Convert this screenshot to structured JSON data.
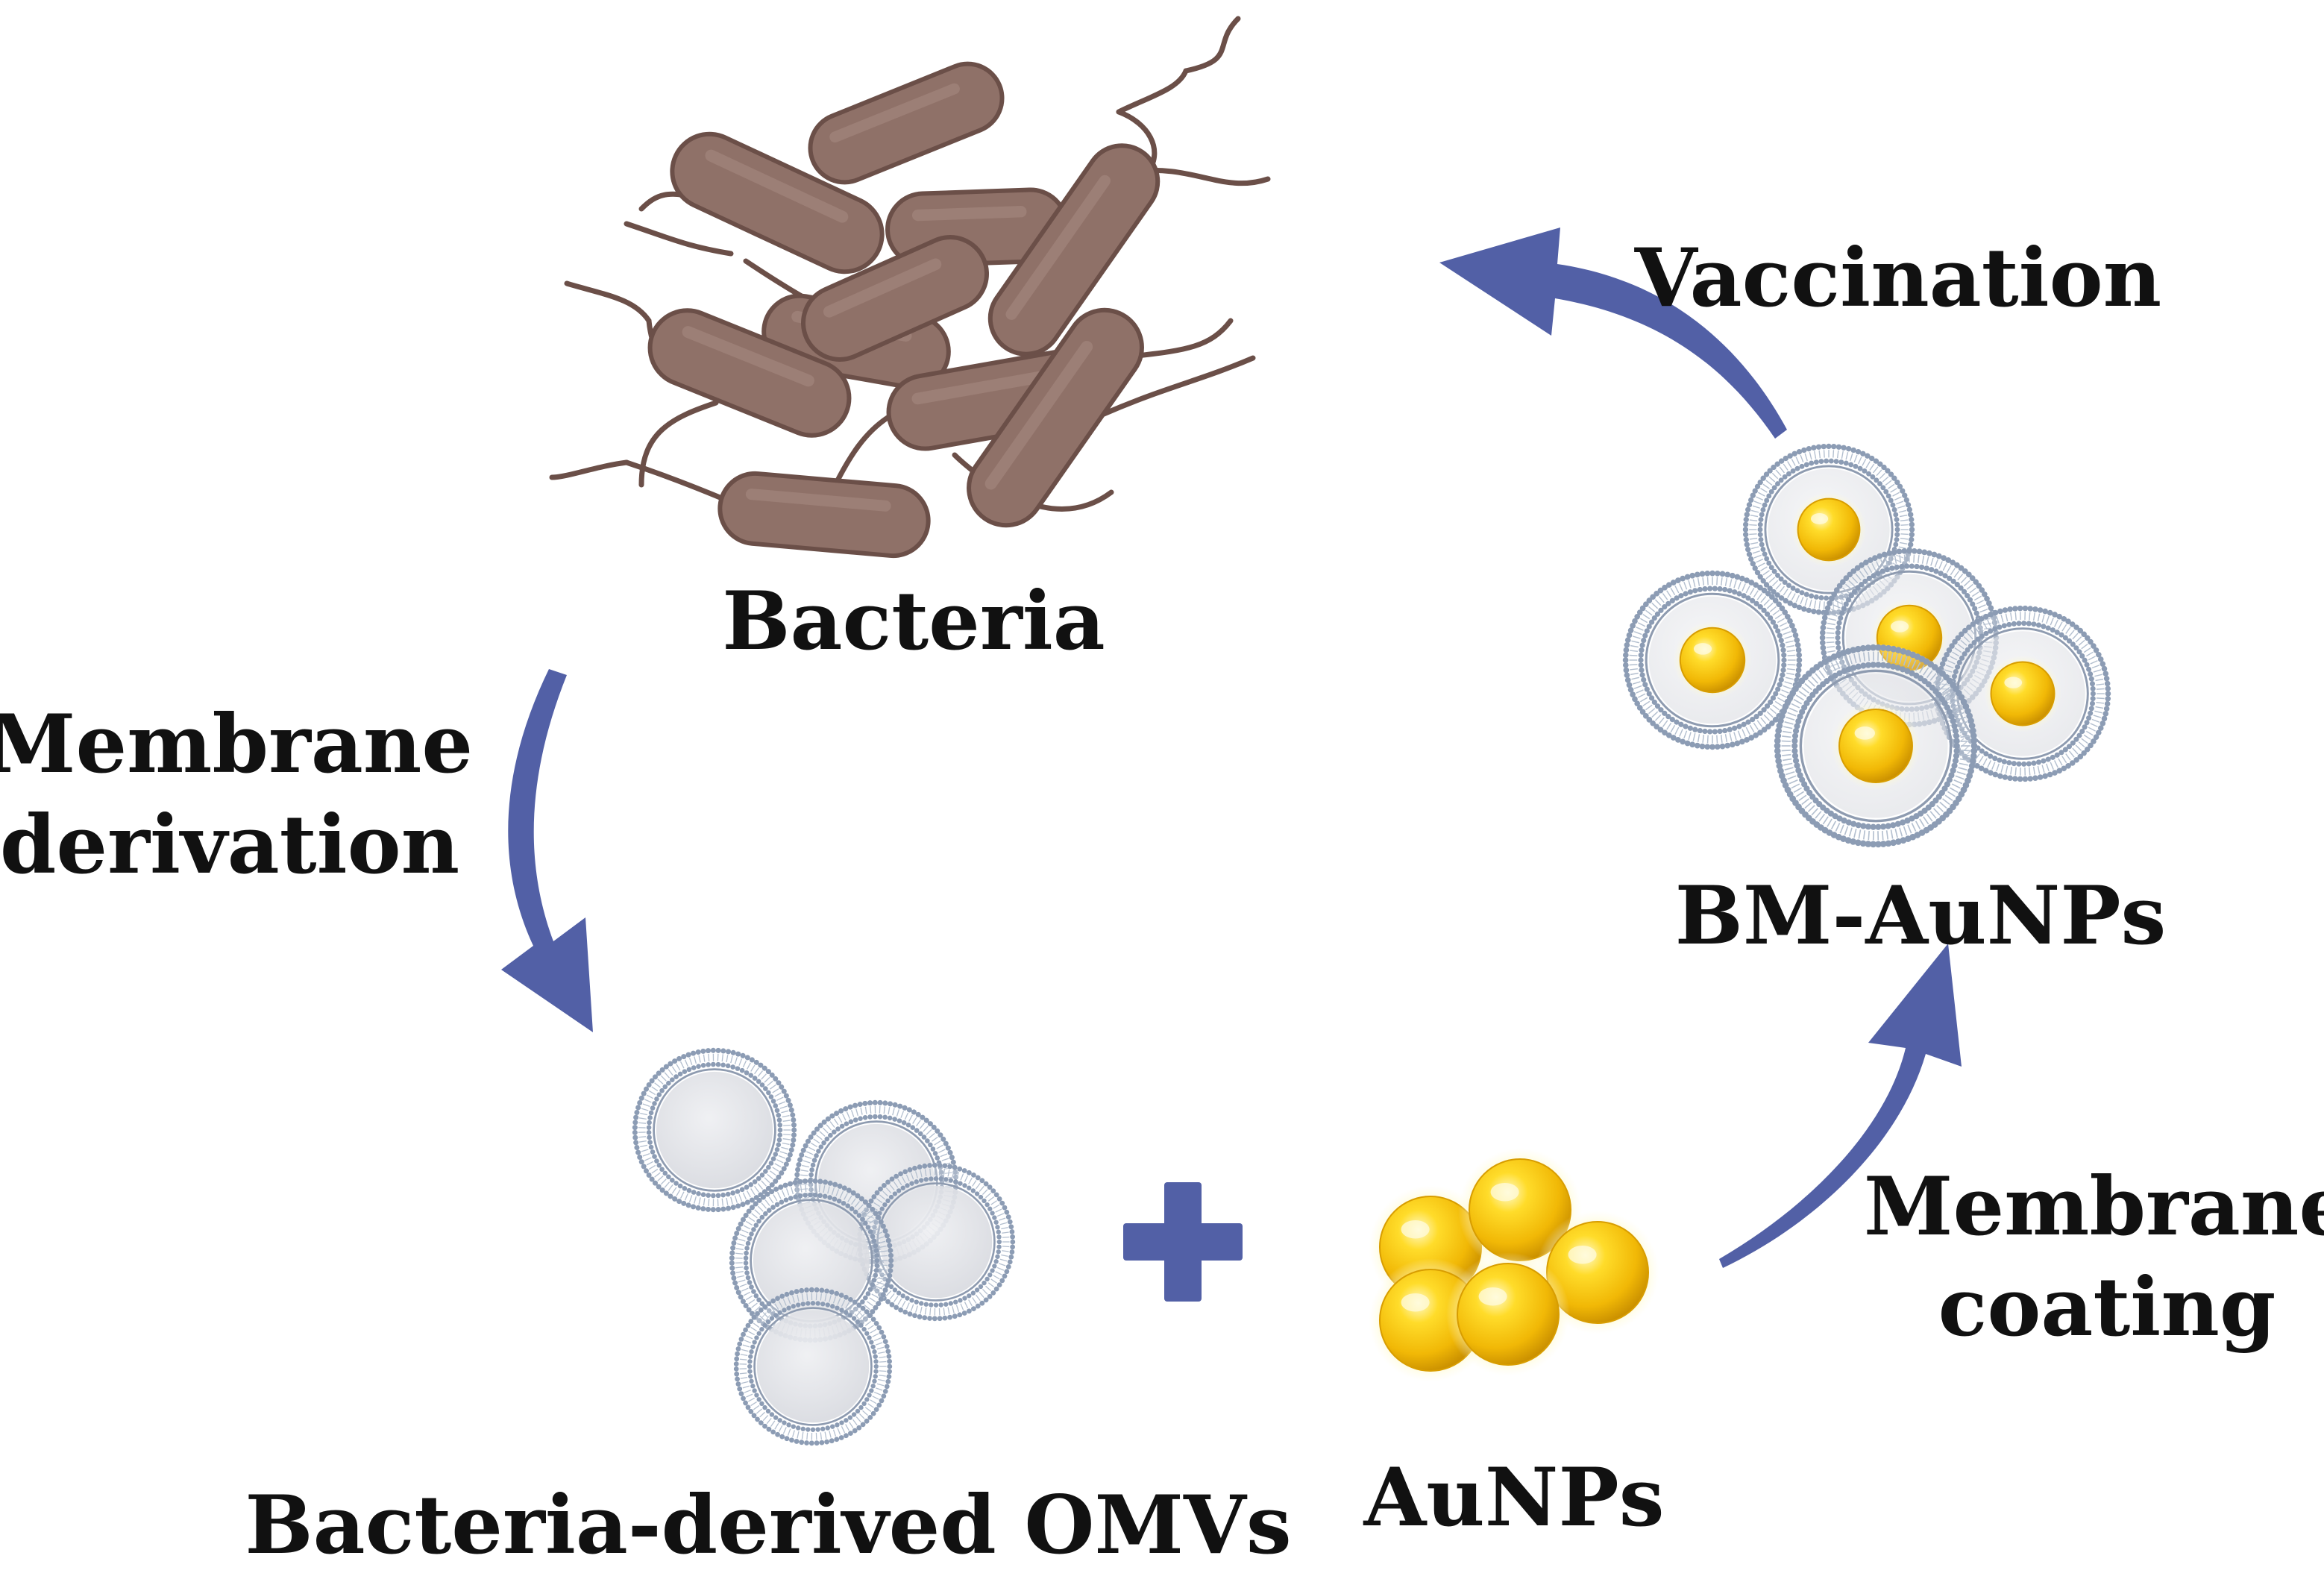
{
  "labels": {
    "bacteria": "Bacteria",
    "membrane_derivation_1": "Membrane",
    "membrane_derivation_2": "derivation",
    "omvs": "Bacteria-derived OMVs",
    "aunps": "AuNPs",
    "membrane_coating_1": "Membrane",
    "membrane_coating_2": "coating",
    "bm_aunps": "BM-AuNPs",
    "vaccination": "Vaccination"
  },
  "colors": {
    "arrow": "#5260a6",
    "bacteria_body": "#8f7168",
    "bacteria_outline": "#6b4f48",
    "vesicle_ring": "#8c9cb4",
    "vesicle_core": "#e3e4e7",
    "gold": "#f4bb0c",
    "gold_glow": "#fff3a2",
    "text": "#111111"
  },
  "icons": {
    "bacteria": "rod-bacteria-icon",
    "omv": "vesicle-icon",
    "aunp": "gold-nanoparticle-icon",
    "bm_aunp": "coated-nanoparticle-icon",
    "plus": "plus-icon",
    "arrow": "curved-arrow-icon"
  }
}
